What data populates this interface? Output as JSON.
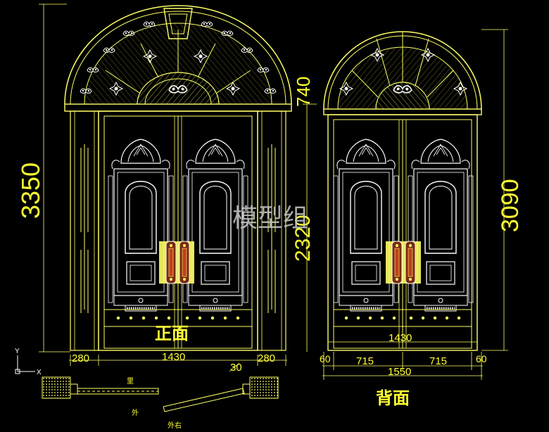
{
  "watermark": "模型组",
  "views": {
    "front": {
      "title": "正面",
      "dims": {
        "total_height": "3350",
        "lower_height": "2320",
        "arch_height": "740",
        "inner_width": "1430",
        "side_left": "280",
        "side_right": "280",
        "gap": "30"
      }
    },
    "back": {
      "title": "背面",
      "dims": {
        "total_height": "3090",
        "inner_width": "1430",
        "left_edge": "60",
        "leaf_left": "715",
        "leaf_right": "715",
        "right_edge": "60",
        "total_width": "1550"
      }
    }
  },
  "plan_labels": {
    "inner": "里",
    "outer": "外",
    "outer_right": "外右"
  },
  "ucs": {
    "y_label": "Y",
    "x_label": "X"
  },
  "colors": {
    "line": "#ffff66",
    "white": "#ffffff",
    "handle": "#7a2a10",
    "bg": "#000000"
  }
}
